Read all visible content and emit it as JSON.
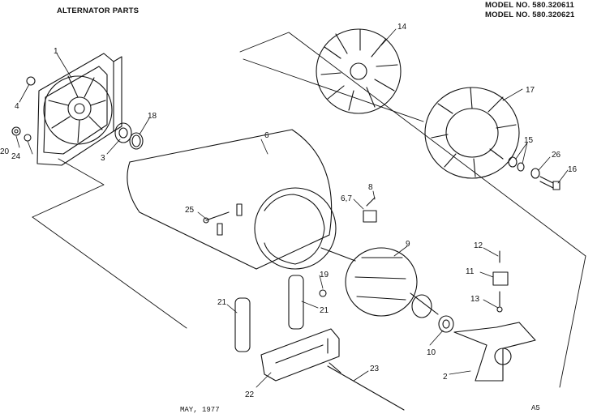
{
  "header": {
    "title": "ALTERNATOR PARTS",
    "model_line_1": "MODEL NO. 580.320611",
    "model_line_2": "MODEL NO. 580.320621"
  },
  "footer": {
    "date": "MAY, 1977",
    "page_code": "A5"
  },
  "callouts": [
    "1",
    "2",
    "3",
    "4",
    "6",
    "6,7",
    "8",
    "9",
    "10",
    "11",
    "12",
    "13",
    "14",
    "15",
    "16",
    "17",
    "18",
    "19",
    "20",
    "21",
    "21",
    "22",
    "23",
    "24",
    "25",
    "26"
  ]
}
